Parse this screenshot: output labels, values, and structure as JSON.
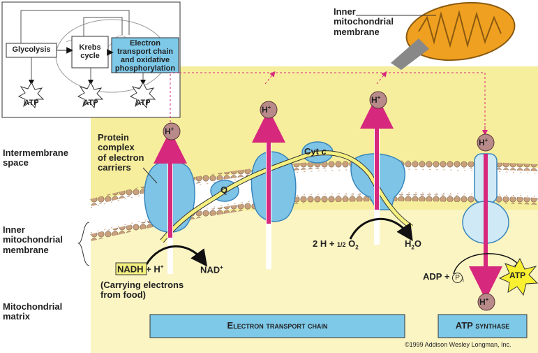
{
  "inset": {
    "glycolysis": "Glycolysis",
    "krebs_line1": "Krebs",
    "krebs_line2": "cycle",
    "etc_line1": "Electron",
    "etc_line2": "transport chain",
    "etc_line3": "and oxidative",
    "etc_line4": "phosphorylation",
    "atp": "ATP"
  },
  "labels": {
    "inner_membrane_top_1": "Inner",
    "inner_membrane_top_2": "mitochondrial",
    "inner_membrane_top_3": "membrane",
    "intermembrane_1": "Intermembrane",
    "intermembrane_2": "space",
    "protein_complex_1": "Protein",
    "protein_complex_2": "complex",
    "protein_complex_3": "of electron",
    "protein_complex_4": "carriers",
    "inner_membrane_1": "Inner",
    "inner_membrane_2": "mitochondrial",
    "inner_membrane_3": "membrane",
    "matrix_1": "Mitochondrial",
    "matrix_2": "matrix",
    "hplus": "H",
    "hplus_sup": "+",
    "q": "Q",
    "cytc_main": "Cyt ",
    "cytc_italic": "c",
    "nadh": "NADH",
    "plus_h": " + H",
    "nad": "NAD",
    "carrying_1": "(Carrying electrons",
    "carrying_2": "from food)",
    "oxygen_a": "2 H + ",
    "oxygen_half": "1/2",
    "oxygen_o": " O",
    "oxygen_sub": "2",
    "water_h": "H",
    "water_sub": "2",
    "water_o": "O",
    "adp": "ADP + ",
    "pi_p": "P",
    "pi_i": "i",
    "atp": "ATP",
    "etc_banner": "Electron transport chain",
    "synthase_banner": "ATP synthase",
    "copyright": "©1999 Addison Wesley Longman, Inc."
  },
  "colors": {
    "intermembrane": "#f6ee9c",
    "matrix": "#fbf5c4",
    "protein": "#7ec4e6",
    "protein_dark": "#3a86bc",
    "arrow_pink": "#d6287c",
    "lipid_head": "#c8a07e",
    "banner": "#7ec8e8",
    "mito_orange": "#f0a020",
    "electron_path": "#f4f080"
  }
}
